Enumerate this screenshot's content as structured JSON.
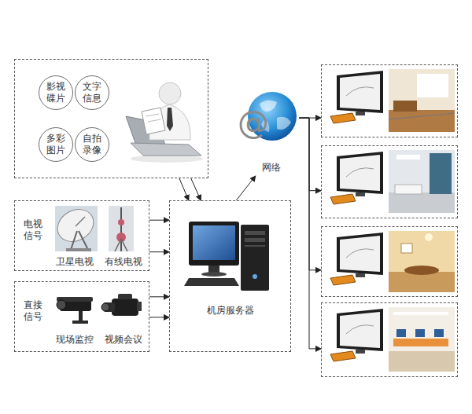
{
  "diagram": {
    "nodes": [
      {
        "text": []
      },
      {
        "text": [
          "影视碟片"
        ],
        "in": 0
      },
      {
        "text": [
          "文字信息"
        ],
        "in": 0
      },
      {
        "text": [
          "多彩图片"
        ],
        "in": 0
      },
      {
        "text": [
          "自拍录像"
        ],
        "in": 0
      },
      {
        "text": [
          "@",
          "网络"
        ]
      },
      {
        "text": [
          "电视信号",
          "卫星电视",
          "有线电视"
        ]
      },
      {
        "text": [
          "机房服务器"
        ]
      },
      {
        "text": [
          "直接信号",
          "现场监控",
          "视频会议"
        ]
      },
      {
        "text": []
      },
      {
        "text": []
      },
      {
        "text": []
      },
      {
        "text": []
      }
    ],
    "edges": [
      {
        "from": 0,
        "to": 7,
        "arrow": "to"
      },
      {
        "from": 0,
        "to": 7,
        "arrow": "to"
      },
      {
        "from": 6,
        "to": 7,
        "arrow": "to"
      },
      {
        "from": 6,
        "to": 7,
        "arrow": "to"
      },
      {
        "from": 8,
        "to": 7,
        "arrow": "to"
      },
      {
        "from": 8,
        "to": 7,
        "arrow": "to"
      },
      {
        "from": 7,
        "to": 5,
        "arrow": "to"
      },
      {
        "from": 5,
        "to": 9,
        "arrow": "to"
      },
      {
        "from": 5,
        "to": 10,
        "arrow": "to"
      },
      {
        "from": 5,
        "to": 11,
        "arrow": "to"
      },
      {
        "from": 5,
        "to": 12,
        "arrow": "to"
      }
    ]
  }
}
